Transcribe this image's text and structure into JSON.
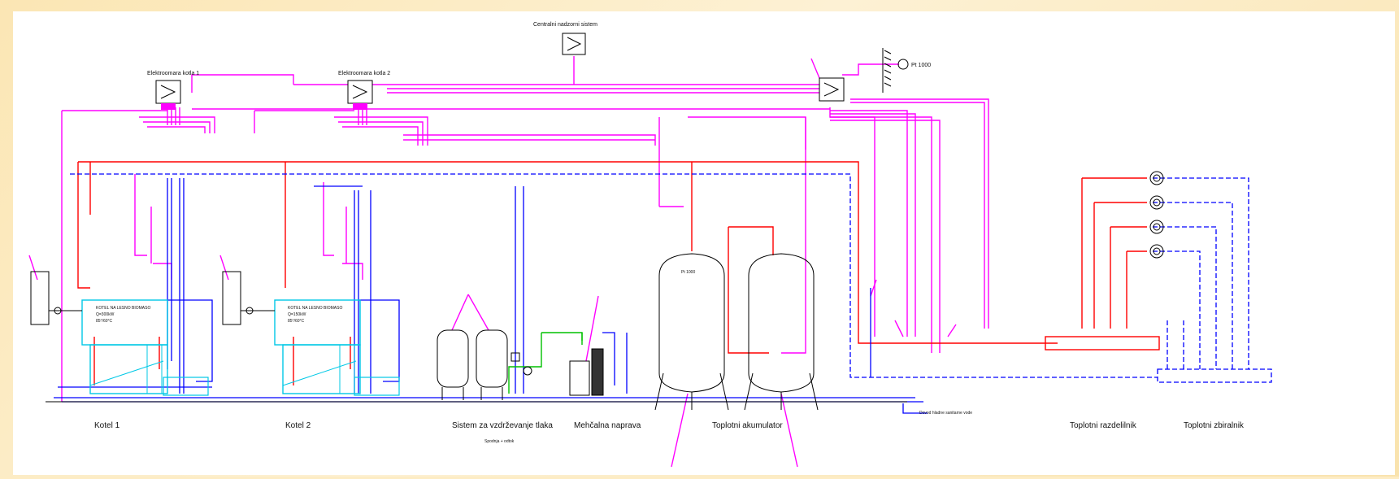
{
  "labels": {
    "central": "Centralni nadzorni sistem",
    "cabinet1": "Elektroomara kotla 1",
    "cabinet2": "Elektroomara kotla 2",
    "pt_top": "Pt 1000",
    "boiler1": "Kotel 1",
    "boiler2": "Kotel 2",
    "water_treatment": "Sistem za vzdrževanje tlaka",
    "mixing": "Mehčalna naprava",
    "accumulator": "Toplotni akumulator",
    "distributor": "Toplotni razdelilnik",
    "collector": "Toplotni zbiralnik",
    "boiler_plate1_l1": "KOTEL NA LESNO BIOMASO",
    "boiler_plate1_l2": "Q=300kW",
    "boiler_plate1_l3": "85°/60°C",
    "boiler_plate2_l1": "KOTEL NA LESNO BIOMASO",
    "boiler_plate2_l2": "Q=150kW",
    "boiler_plate2_l3": "85°/60°C",
    "tank_pt": "Pt 1000",
    "spoj": "Spodnja + odtok",
    "drain_note": "Dovod hladne sanitarne vode"
  },
  "colors": {
    "signal": "#ff00ff",
    "supply": "#ff0000",
    "return": "#0000ff",
    "boiler": "#00e5ff",
    "green": "#00c000",
    "black": "#000000"
  }
}
